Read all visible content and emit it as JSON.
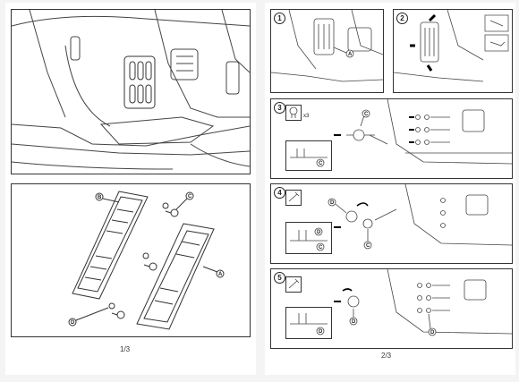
{
  "pages": {
    "left": {
      "number": "1/3"
    },
    "right": {
      "number": "2/3"
    }
  },
  "parts": {
    "pedal": "A",
    "plate": "B",
    "clip": "C",
    "pin": "D"
  },
  "steps": [
    {
      "num": "1"
    },
    {
      "num": "2"
    },
    {
      "num": "3",
      "quantity": "x3"
    },
    {
      "num": "4"
    },
    {
      "num": "5"
    }
  ]
}
